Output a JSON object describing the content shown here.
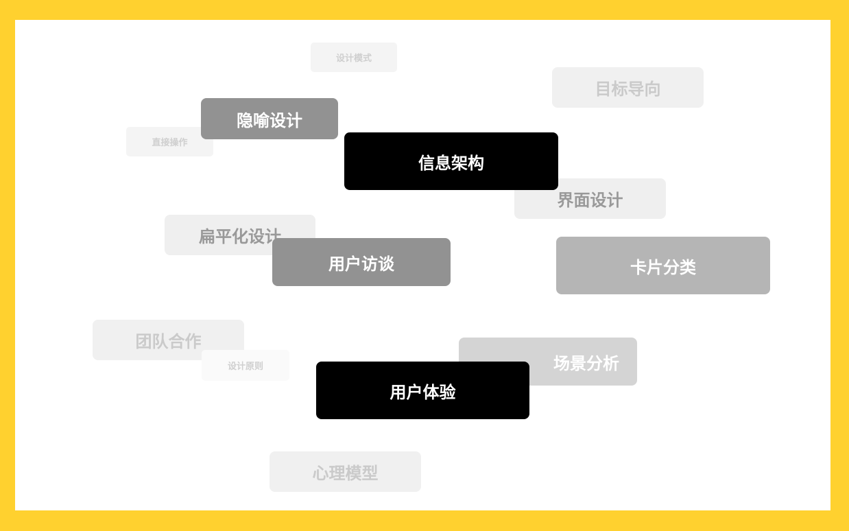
{
  "colors": {
    "frame": "#FFD12F",
    "background": "#FFFFFF",
    "primary_tag": "#000000"
  },
  "tags": [
    {
      "label": "设计模式"
    },
    {
      "label": "目标导向"
    },
    {
      "label": "直接操作"
    },
    {
      "label": "隐喻设计"
    },
    {
      "label": "界面设计"
    },
    {
      "label": "信息架构"
    },
    {
      "label": "扁平化设计"
    },
    {
      "label": "用户访谈"
    },
    {
      "label": "卡片分类"
    },
    {
      "label": "团队合作"
    },
    {
      "label": "设计原则"
    },
    {
      "label": "场景分析"
    },
    {
      "label": "用户体验"
    },
    {
      "label": "心理模型"
    }
  ]
}
